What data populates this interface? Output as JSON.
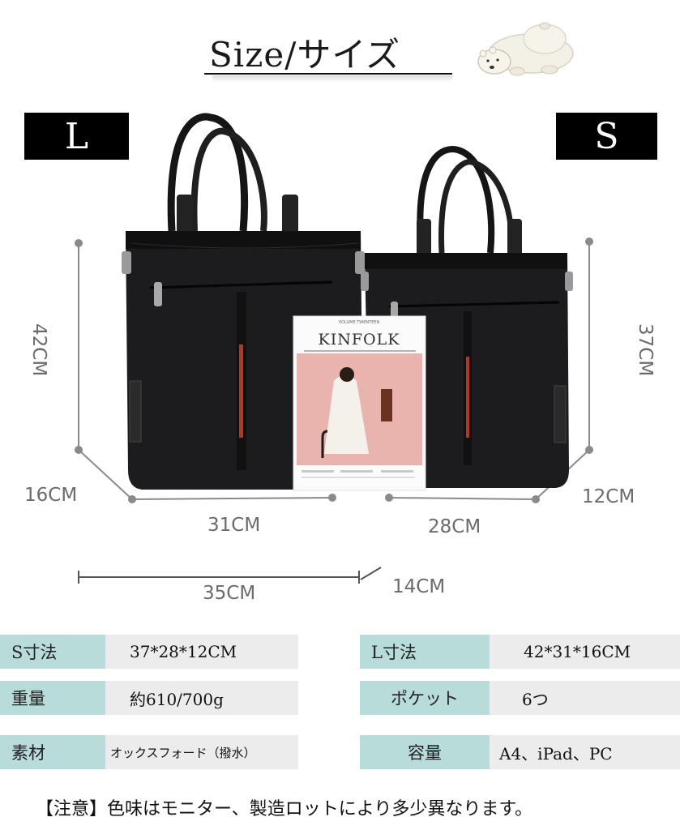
{
  "title": "Size/サイズ",
  "labels": {
    "large": "L",
    "small": "S"
  },
  "dimensions": {
    "l_height": "42CM",
    "l_depth": "16CM",
    "l_width": "31CM",
    "s_height": "37CM",
    "s_depth": "12CM",
    "s_width": "28CM",
    "bottom_width": "35CM",
    "bottom_depth": "14CM"
  },
  "magazine": {
    "header": "VOLUME TWENTEEN",
    "title": "KINFOLK"
  },
  "specs": {
    "left": [
      {
        "label": "S寸法",
        "value": "37*28*12CM"
      },
      {
        "label": "重量",
        "value": "約610/700g"
      },
      {
        "label": "素材",
        "value": "オックスフォード（撥水）"
      }
    ],
    "right": [
      {
        "label": "L寸法",
        "value": "42*31*16CM"
      },
      {
        "label": "ポケット",
        "value": "6つ"
      },
      {
        "label": "容量",
        "value": "A4、iPad、PC"
      }
    ]
  },
  "note": "【注意】色味はモニター、製造ロットにより多少異なります。",
  "colors": {
    "label_bg": "#b7dcd9",
    "value_bg": "#ececec",
    "bag": "#1c1c1e",
    "accent": "#b23a1a"
  },
  "icons": [
    "polar-bear-icon"
  ]
}
